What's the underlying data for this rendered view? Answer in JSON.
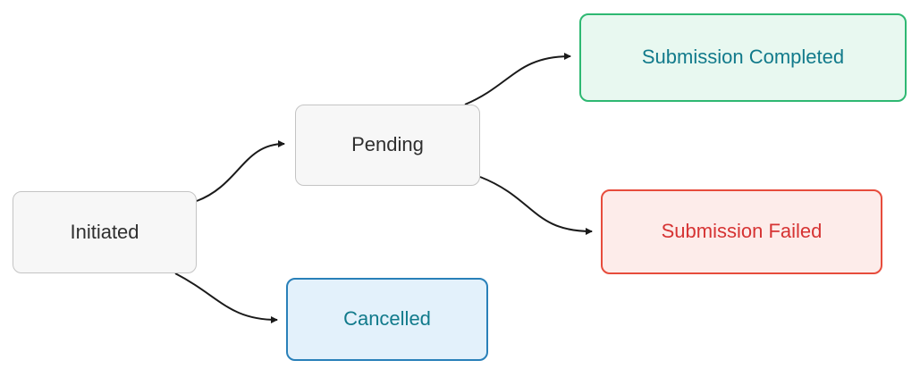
{
  "diagram": {
    "type": "state-flow-diagram",
    "nodes": {
      "initiated": {
        "label": "Initiated",
        "fill": "#f7f7f7",
        "border": "#c4c4c4",
        "text": "#2f2f2f"
      },
      "pending": {
        "label": "Pending",
        "fill": "#f7f7f7",
        "border": "#c4c4c4",
        "text": "#2f2f2f"
      },
      "submission_completed": {
        "label": "Submission Completed",
        "fill": "#e8f8f0",
        "border": "#2eb872",
        "text": "#117a8b"
      },
      "submission_failed": {
        "label": "Submission Failed",
        "fill": "#fdecea",
        "border": "#e74c3c",
        "text": "#d63333"
      },
      "cancelled": {
        "label": "Cancelled",
        "fill": "#e3f1fb",
        "border": "#2980b9",
        "text": "#117a8b"
      }
    },
    "edges": [
      {
        "from": "Initiated",
        "to": "Pending"
      },
      {
        "from": "Initiated",
        "to": "Cancelled"
      },
      {
        "from": "Pending",
        "to": "Submission Completed"
      },
      {
        "from": "Pending",
        "to": "Submission Failed"
      }
    ],
    "edge_color": "#1a1a1a"
  }
}
